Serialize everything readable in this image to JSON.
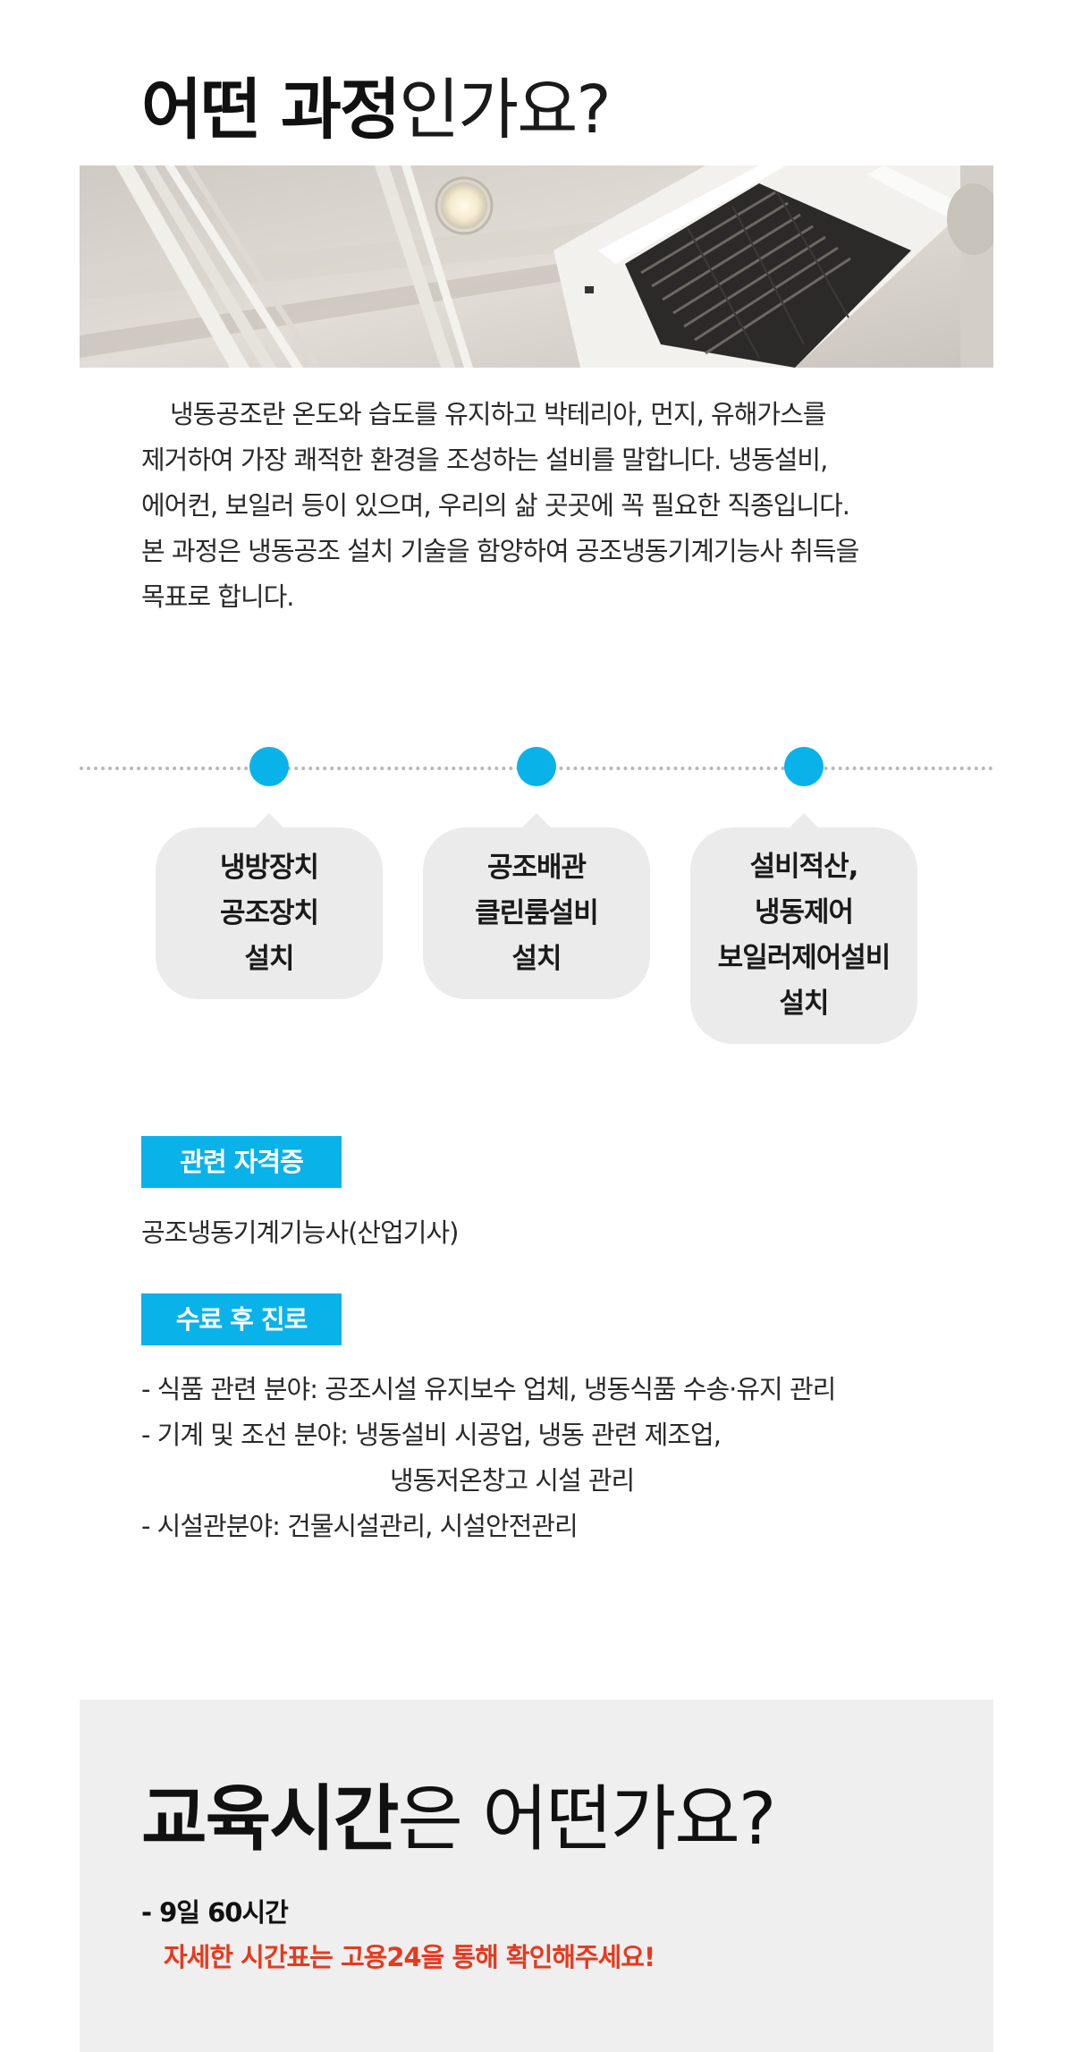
{
  "section1": {
    "heading_bold": "어떤 과정",
    "heading_light": "인가요?",
    "intro_lines": [
      "냉동공조란 온도와 습도를 유지하고 박테리아, 먼지, 유해가스를",
      "제거하여 가장 쾌적한 환경을 조성하는 설비를 말합니다. 냉동설비,",
      "에어컨, 보일러 등이 있으며, 우리의 삶 곳곳에 꼭 필요한 직종입니다.",
      "본 과정은 냉동공조 설치 기술을 함양하여 공조냉동기계기능사 취득을",
      "목표로 합니다."
    ],
    "steps": [
      {
        "lines": [
          "냉방장치",
          "공조장치",
          "설치"
        ]
      },
      {
        "lines": [
          "공조배관",
          "클린룸설비",
          "설치"
        ]
      },
      {
        "lines": [
          "설비적산,",
          "냉동제어",
          "보일러제어설비",
          "설치"
        ]
      }
    ],
    "cert": {
      "label": "관련 자격증",
      "value": "공조냉동기계기능사(산업기사)"
    },
    "career": {
      "label": "수료 후 진로",
      "lines": [
        "- 식품 관련 분야: 공조시설 유지보수 업체, 냉동식품 수송·유지 관리",
        "- 기계 및 조선 분야: 냉동설비 시공업, 냉동 관련 제조업,",
        "냉동저온창고 시설 관리",
        "- 시설관분야: 건물시설관리, 시설안전관리"
      ]
    }
  },
  "section2": {
    "heading_bold": "교육시간",
    "heading_light": "은 어떤가요?",
    "duration": "- 9일 60시간",
    "notice": "자세한 시간표는 고용24을 통해 확인해주세요!"
  },
  "colors": {
    "accent": "#0ab2ea",
    "notice": "#e63a1e",
    "bubble": "#ebebeb",
    "section_bg": "#efefef"
  }
}
